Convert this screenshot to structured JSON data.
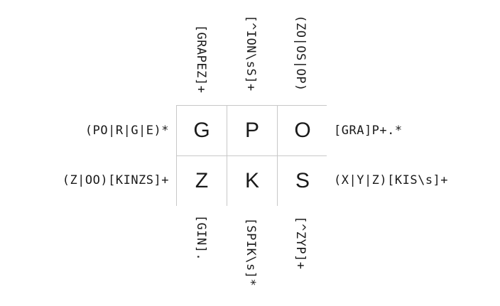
{
  "grid": {
    "rows": [
      [
        "G",
        "P",
        "O"
      ],
      [
        "Z",
        "K",
        "S"
      ]
    ]
  },
  "clues": {
    "rows_left": [
      "(PO|R|G|E)*",
      "(Z|OO)[KINZS]+"
    ],
    "rows_right": [
      "[GRA]P+.*",
      "(X|Y|Z)[KIS\\s]+"
    ],
    "cols_top": [
      "[GRAPEZ]+",
      "[^ION\\sS]+",
      "(ZO|OS|OP)"
    ],
    "cols_bottom": [
      "[GIN].",
      "[SPIK\\s]*",
      "[^ZYP]+"
    ]
  }
}
